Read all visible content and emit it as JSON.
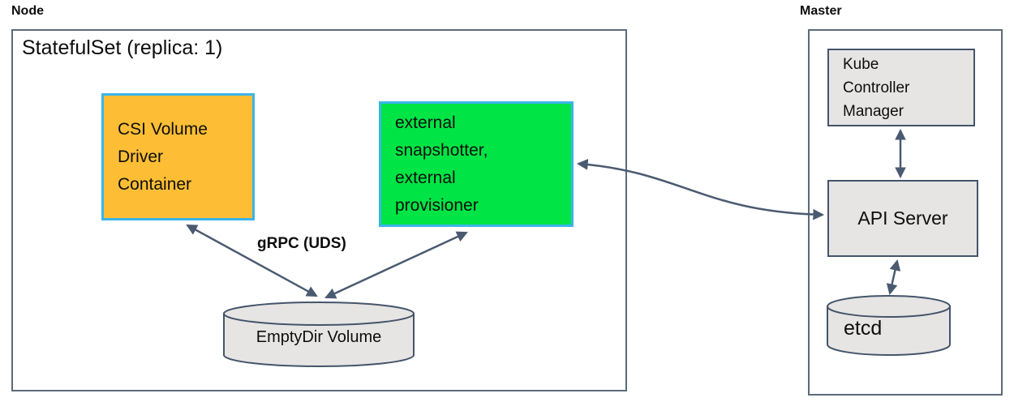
{
  "colors": {
    "box-border": "#5b6b7c",
    "inner-border": "#44546a",
    "arrow": "#4a5a70",
    "orange-fill": "#fdbe35",
    "green-fill": "#00e545",
    "cyan-border": "#3ab5e9",
    "gray-fill": "#e6e5e4",
    "text": "#0d0d0d"
  },
  "node": {
    "label": "Node",
    "statefulset_title": "StatefulSet (replica: 1)",
    "csi_driver_container": "CSI Volume\nDriver\nContainer",
    "external_sidecars": "external\nsnapshotter,\nexternal\nprovisioner",
    "grpc_label": "gRPC (UDS)",
    "emptydir_volume": "EmptyDir Volume"
  },
  "master": {
    "label": "Master",
    "kube_controller_manager": "Kube\nController\nManager",
    "api_server": "API Server",
    "etcd": "etcd"
  }
}
